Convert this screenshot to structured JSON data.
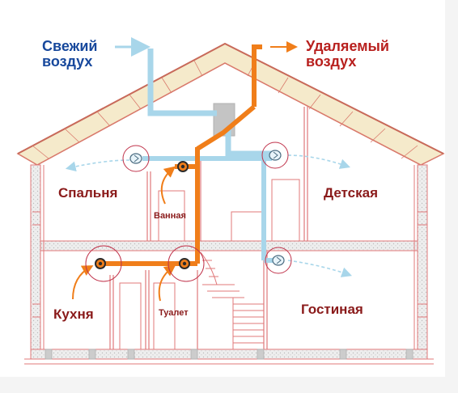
{
  "labels": {
    "fresh_air": "Свежий воздух",
    "exhaust_air": "Удаляемый воздух",
    "bedroom": "Спальня",
    "bathroom": "Ванная",
    "nursery": "Детская",
    "kitchen": "Кухня",
    "toilet": "Туалет",
    "living_room": "Гостиная"
  },
  "colors": {
    "fresh_air": "#a8d6ea",
    "exhaust_air": "#f07e1a",
    "wall_lines": "#e0787a",
    "roof_fill": "#f5eacb",
    "header_fresh": "#17489c",
    "header_exhaust": "#b8201e",
    "room_label": "#8a1a1a",
    "vent_circle": "#c0324a"
  }
}
